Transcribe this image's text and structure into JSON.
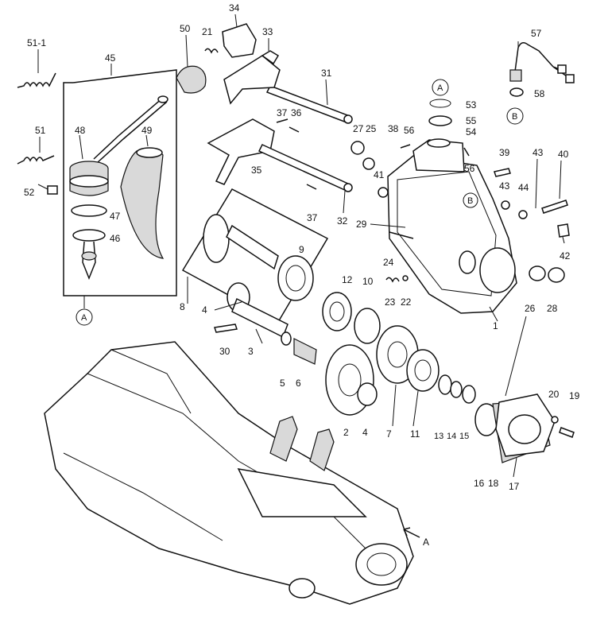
{
  "diagram": {
    "callouts": {
      "c51_1": "51-1",
      "c45": "45",
      "c51": "51",
      "c48": "48",
      "c49": "49",
      "c52": "52",
      "c47": "47",
      "c46": "46",
      "c50": "50",
      "c21": "21",
      "c34": "34",
      "c33": "33",
      "c31": "31",
      "c37a": "37",
      "c36": "36",
      "c35": "35",
      "c37b": "37",
      "c32": "32",
      "c27": "27",
      "c25": "25",
      "c38": "38",
      "c56a": "56",
      "c54": "54",
      "c56b": "56",
      "c53": "53",
      "c55": "55",
      "c57": "57",
      "c58": "58",
      "c39": "39",
      "c43a": "43",
      "c40": "40",
      "c43b": "43",
      "c44": "44",
      "c41": "41",
      "c29": "29",
      "c42": "42",
      "c24": "24",
      "c23": "23",
      "c22": "22",
      "c26": "26",
      "c28": "28",
      "c1": "1",
      "c9": "9",
      "c12": "12",
      "c10": "10",
      "c8": "8",
      "c4a": "4",
      "c30": "30",
      "c3": "3",
      "c5": "5",
      "c6": "6",
      "c2": "2",
      "c4b": "4",
      "c7": "7",
      "c11": "11",
      "c13": "13",
      "c14": "14",
      "c15": "15",
      "c16": "16",
      "c18": "18",
      "c17": "17",
      "c20": "20",
      "c19": "19"
    },
    "markers": {
      "a_bottom": "A",
      "a_top": "A",
      "b_right": "B",
      "b_case": "B"
    },
    "view_arrow_label": "A"
  }
}
